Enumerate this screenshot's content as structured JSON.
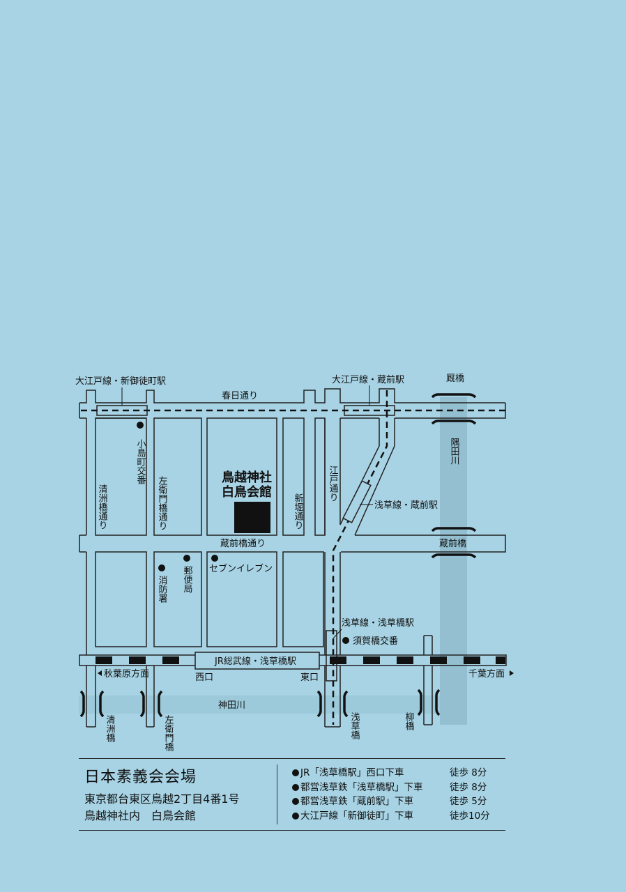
{
  "map": {
    "stations": {
      "shin_okachimachi": "大江戸線・新御徒町駅",
      "kuramae_oedo": "大江戸線・蔵前駅",
      "kuramae_asakusa": "浅草線・蔵前駅",
      "asakusabashi_asakusa": "浅草線・浅草橋駅",
      "jr_asakusabashi": "JR総武線・浅草橋駅"
    },
    "roads": {
      "kasuga": "春日通り",
      "kuramaebashi": "蔵前橋通り",
      "kiyosubashi": "清洲橋通り",
      "saemonbashi": "左衛門橋通り",
      "shinbori": "新堀通り",
      "edo": "江戸通り"
    },
    "bridges": {
      "umaya": "厩橋",
      "kuramae": "蔵前橋",
      "kiyosu": "清洲橋",
      "saemon": "左衛門橋",
      "asakusa": "浅草橋",
      "yanagi": "柳橋"
    },
    "rivers": {
      "sumida": "隅田川",
      "kanda": "神田川"
    },
    "landmarks": {
      "kojimacho_koban": "小島町交番",
      "shrine_line1": "鳥越神社",
      "shrine_line2": "白鳥会館",
      "fire_station": "消防署",
      "post_office": "郵便局",
      "seven_eleven": "セブンイレブン",
      "sugabashi_koban": "須賀橋交番"
    },
    "exits": {
      "west": "西口",
      "east": "東口"
    },
    "directions": {
      "akihabara": "秋葉原方面",
      "chiba": "千葉方面"
    }
  },
  "venue": {
    "name": "日本素義会会場",
    "address": "東京都台東区鳥越2丁目4番1号",
    "location": "鳥越神社内　白鳥会館"
  },
  "access": [
    {
      "route": "JR「浅草橋駅」西口下車",
      "time": "徒歩 8分"
    },
    {
      "route": "都営浅草鉄「浅草橋駅」下車",
      "time": "徒歩 8分"
    },
    {
      "route": "都営浅草鉄「蔵前駅」下車",
      "time": "徒歩 5分"
    },
    {
      "route": "大江戸線「新御徒町」下車",
      "time": "徒歩10分"
    }
  ],
  "colors": {
    "background": "#a7d3e4",
    "river": "#93bfd0",
    "ink": "#111111"
  }
}
